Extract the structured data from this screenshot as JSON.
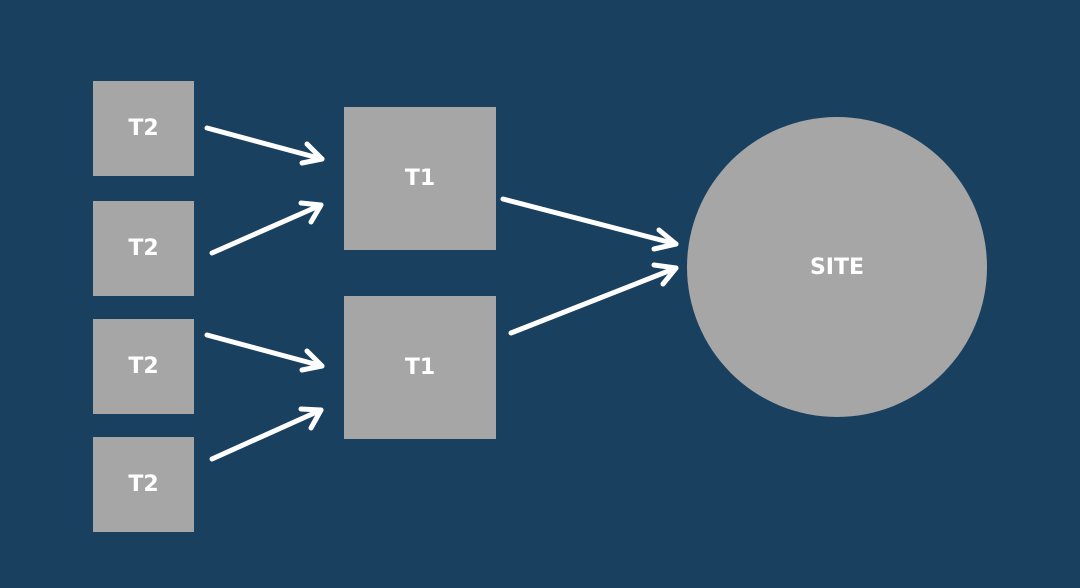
{
  "colors": {
    "background": "#1a405f",
    "node_fill": "#a6a6a6",
    "text": "#ffffff",
    "arrow": "#ffffff"
  },
  "diagram": {
    "tier2_nodes": [
      {
        "label": "T2"
      },
      {
        "label": "T2"
      },
      {
        "label": "T2"
      },
      {
        "label": "T2"
      }
    ],
    "tier1_nodes": [
      {
        "label": "T1"
      },
      {
        "label": "T1"
      }
    ],
    "site_node": {
      "label": "SITE"
    },
    "edges": [
      {
        "from": "T2",
        "to": "T1"
      },
      {
        "from": "T2",
        "to": "T1"
      },
      {
        "from": "T2",
        "to": "T1"
      },
      {
        "from": "T2",
        "to": "T1"
      },
      {
        "from": "T1",
        "to": "SITE"
      },
      {
        "from": "T1",
        "to": "SITE"
      }
    ]
  }
}
